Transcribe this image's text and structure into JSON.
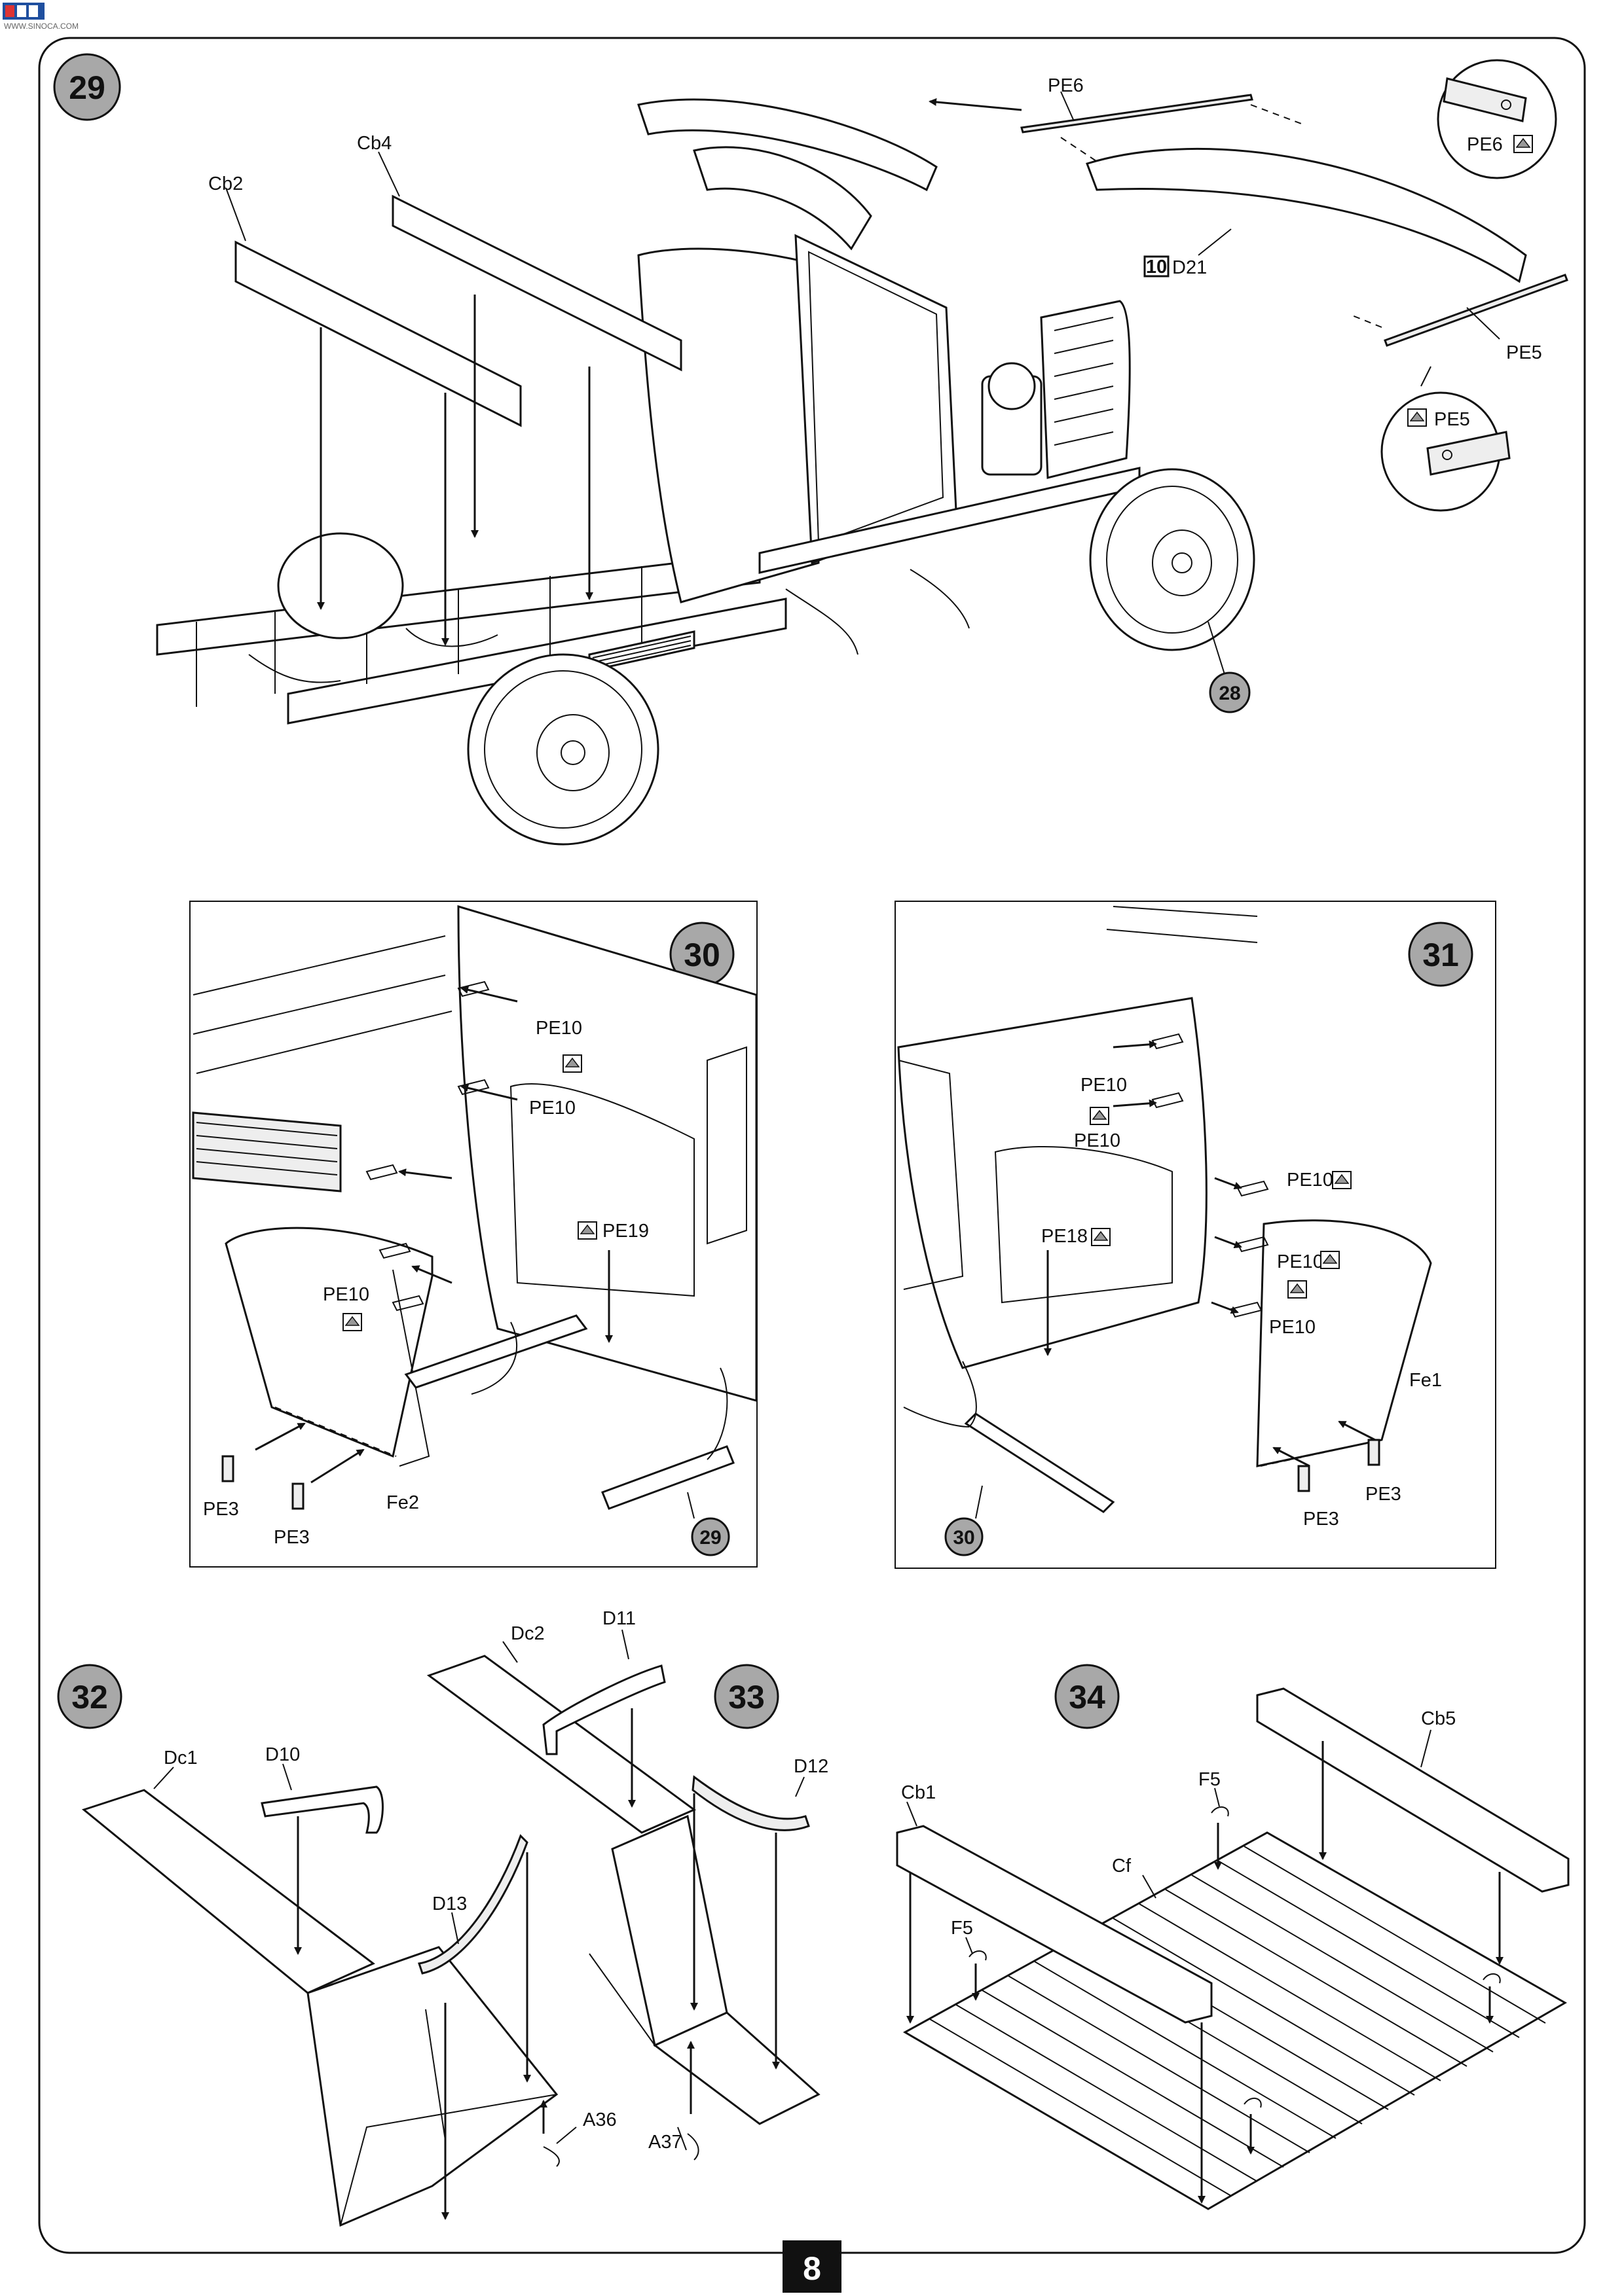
{
  "page": {
    "number": "8",
    "watermark": "WWW.SINOCA.COM"
  },
  "steps": {
    "s29": {
      "number": "29",
      "ref": "28",
      "labels": [
        "Cb2",
        "Cb4",
        "PE6",
        "D21",
        "PE5"
      ],
      "detail_top": "PE6",
      "detail_bottom": "PE5",
      "ref_box": "10"
    },
    "s30": {
      "number": "30",
      "ref": "29",
      "labels": [
        "PE10",
        "PE10",
        "PE10",
        "PE19",
        "PE3",
        "PE3",
        "Fe2"
      ]
    },
    "s31": {
      "number": "31",
      "ref": "30",
      "labels": [
        "PE10",
        "PE10",
        "PE10",
        "PE10",
        "PE10",
        "PE18",
        "Fe1",
        "PE3",
        "PE3"
      ]
    },
    "s32": {
      "number": "32",
      "labels": [
        "Dc1",
        "D10",
        "D13",
        "A36"
      ]
    },
    "s33": {
      "number": "33",
      "labels": [
        "Dc2",
        "D11",
        "D12",
        "A37"
      ]
    },
    "s34": {
      "number": "34",
      "labels": [
        "Cb1",
        "Cb5",
        "F5",
        "F5",
        "Cf"
      ]
    }
  },
  "icons": [
    "photo-etch-icon",
    "step-number-badge-icon",
    "arrow-icon"
  ]
}
